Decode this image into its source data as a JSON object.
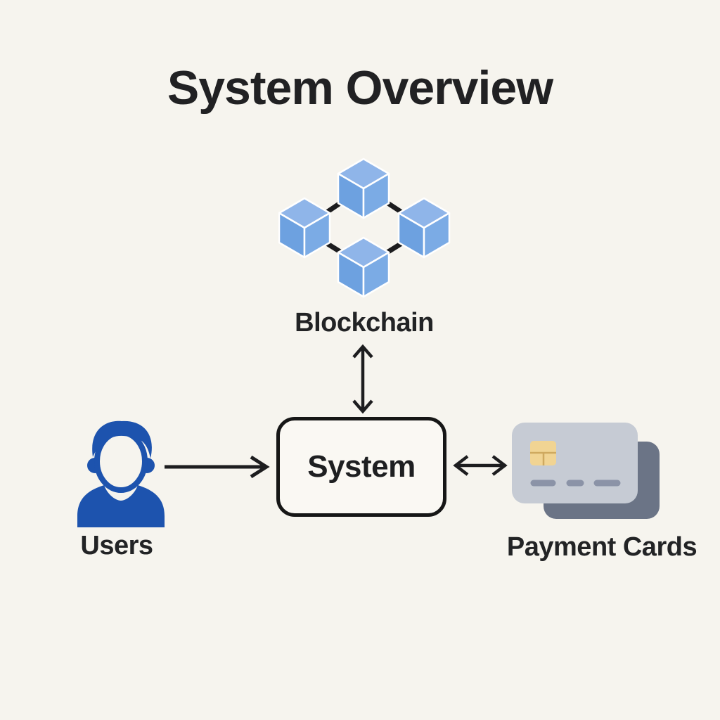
{
  "page": {
    "title": "System Overview",
    "background_color": "#f6f4ee",
    "text_color": "#222325",
    "line_color": "#1d1d1f"
  },
  "nodes": {
    "blockchain": {
      "label": "Blockchain",
      "icon": "blockchain-cubes-icon",
      "cube_top_color": "#8fb5e9",
      "cube_left_color": "#6da1e0",
      "cube_right_color": "#7babe5"
    },
    "system": {
      "label": "System",
      "border_color": "#161616",
      "fill_color": "#faf8f3"
    },
    "users": {
      "label": "Users",
      "icon": "user-person-icon",
      "icon_color": "#1d53ae"
    },
    "payment_cards": {
      "label": "Payment Cards",
      "icon": "credit-cards-icon",
      "front_card_color": "#c6cbd4",
      "back_card_color": "#6b7486",
      "chip_color": "#f1d493",
      "stripe_color": "#8b93a7"
    }
  },
  "connections": [
    {
      "from": "Users",
      "to": "System",
      "direction": "one-way"
    },
    {
      "from": "System",
      "to": "Blockchain",
      "direction": "two-way"
    },
    {
      "from": "System",
      "to": "Payment Cards",
      "direction": "two-way"
    }
  ]
}
